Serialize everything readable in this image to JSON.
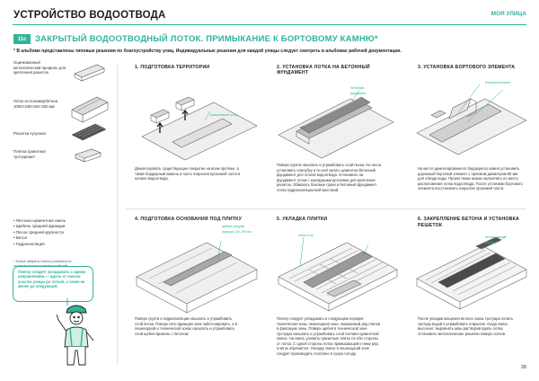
{
  "header": {
    "title": "УСТРОЙСТВО ВОДООТВОДА",
    "section_tag": "МОЯ УЛИЦА"
  },
  "section": {
    "badge": "11с",
    "title": "ЗАКРЫТЫЙ ВОДООТВОДНЫЙ ЛОТОК. ПРИМЫКАНИЕ К БОРТОВОМУ КАМНЮ*",
    "note": "* В альбоме представлены типовые решения по благоустройству улиц. Индивидуальные решения для каждой улицы следует смотреть в альбомах рабочей документации."
  },
  "legend": {
    "items": [
      {
        "label": "Оцинкованный металлический профиль для крепления решеток"
      },
      {
        "label": "Лоток из полимербетона 1000×180×150–300 мм"
      },
      {
        "label": "Решетка чугунная"
      },
      {
        "label": "Плитка гранитная тротуарная¹"
      }
    ],
    "bullets": [
      "• Песчано-цементная смесь",
      "• Щебень средней фракции",
      "• Песок средней крупности",
      "• Бетон",
      "• Гидроизоляция"
    ],
    "footnote": "¹ Точные габариты плитки уточняются по индивидуальному комплекту рабочей документации для каждой улицы."
  },
  "callout": {
    "text": "Плитку следует укладывать с одним направлением — вдоль от начала участка улицы до лотков, а также не менее до следующей."
  },
  "steps": [
    {
      "title": "1. ПОДГОТОВКА ТЕРРИТОРИИ",
      "desc": "Демонтировать существующее покрытие на всем протяже, а также бордюрный камень и часть покрытия проезжей части в начале водоотвода.",
      "label": "разнесенный лоток"
    },
    {
      "title": "2. УСТАНОВКА ЛОТКА НА БЕТОННЫЙ ФУНДАМЕНТ",
      "desc": "Поверх грунта насыпать и утрамбовать слой песка. На песок установить опалубку и по ней залить цементно-бетонный фундамент для лотков водоотвода. Установить на фундамент лотки с закладными деталями для крепления решеток. Обмазать боковые грани и бетонный фундамент лотка гидроизоляционной мастикой.",
      "label": "бетонный фундамент"
    },
    {
      "title": "3. УСТАНОВКА БОРТОВОГО ЭЛЕМЕНТА",
      "desc": "На месте демонтированного бордюрного камня установить дорожный бортовой элемент с проемом диаметром 80 мм для отвода воды. Проем также можно выполнить по месту расположения лотка водоотвода. После установки бортового элемента восстановить покрытие проезжей части.",
      "label": "бортовой элемент"
    },
    {
      "title": "4. ПОДГОТОВКА ОСНОВАНИЯ ПОД ПЛИТКУ",
      "desc": "Поверх грунта и гидроизоляции насыпать и утрамбовать слой песка. Поверх него фракцию зоне забетонировать, а в пешеходной и технической зонах насыпать и утрамбовать слой щебня вровень с бетоном.",
      "label": "щебень средней фракции 150–200 мм"
    },
    {
      "title": "5. УКЛАДКА ПЛИТКИ",
      "desc": "Плитку следует укладывать в следующем порядке: техническая зона, пешеходная зона, смешанный ряд плитки в фиксацию зоны. Поверх щебня в технической зоне тротуара насыпать и утрамбовать слой песчано-цементной смеси. На смесь уложить гранитные плиты по обе стороны от лотка. С одной стороны лотка примыкающей к нему ряд плиток обрезается. Укладку смеси в пешеходной зоне следует производить поэтапно в сухую погоду.",
      "label": "смесь 5 см"
    },
    {
      "title": "6. ЗАКРЕПЛЕНИЕ БЕТОНА И УСТАНОВКА РЕШЕТОК",
      "desc": "После укладки мощения во всех зонах тротуара полить тротуар водой и утрамбовать покрытие. Когда смесь высохнет, выровнять швы растворов вдоль лотка. Установить металлические решетки поверх лотков.",
      "label": "металлическая решетка"
    }
  ],
  "page_number": "28",
  "colors": {
    "accent": "#31b39a",
    "text": "#1d1d1d",
    "line": "#555555"
  }
}
